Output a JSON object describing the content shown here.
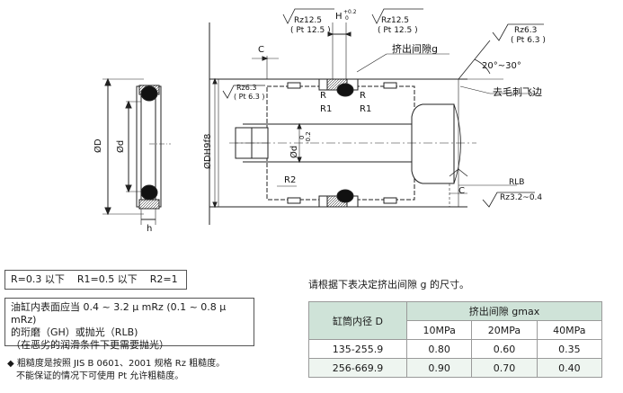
{
  "labels": {
    "rz125_a": "Rz12.5",
    "pt125_a": "( Pt 12.5 )",
    "rz125_b": "Rz12.5",
    "pt125_b": "( Pt 12.5 )",
    "h_dim": "H",
    "h_tol_up": "+0.2",
    "h_tol_low": "0",
    "rz63_top": "Rz6.3",
    "pt63_top": "( Pt 6.3 )",
    "rz63_left": "Rz6.3",
    "pt63_left": "( Pt 6.3 )",
    "extrusion_gap": "挤出间隙g",
    "angle": "20°~30°",
    "deburr": "去毛刺飞边",
    "c_top": "C",
    "c_bottom": "C",
    "r_left": "R",
    "r1_left": "R1",
    "r_right": "R",
    "r1_right": "R1",
    "r2": "R2",
    "od": "ØD",
    "id": "Ød",
    "h_small": "h",
    "bore": "ØDH9f8",
    "rod_base": "Ød",
    "rod_tol_up": "0",
    "rod_tol_low": "-0.2",
    "rlb": "RLB",
    "rz_range": "Rz3.2~0.4"
  },
  "legend": {
    "r": "R=0.3 以下",
    "r1": "R1=0.5 以下",
    "r2": "R2=1"
  },
  "oil_note": [
    "油缸内表面应当 0.4 ~ 3.2 μ mRz (0.1 ~ 0.8 μ mRz)",
    "的珩磨（GH）或抛光（RLB)",
    "（在恶劣的润滑条件下更需要抛光）"
  ],
  "footnote": [
    "◆ 粗糙度是按照 JIS B 0601、2001 规格 Rz 粗糙度。",
    "不能保证的情况下可使用 Pt 允许粗糙度。"
  ],
  "table_title": "请根据下表决定挤出间隙 g 的尺寸。",
  "table": {
    "col_bore": "缸筒内径 D",
    "col_gap": "挤出间隙 gmax",
    "pressures": [
      "10MPa",
      "20MPa",
      "40MPa"
    ],
    "rows": [
      {
        "bore": "135-255.9",
        "values": [
          "0.80",
          "0.60",
          "0.35"
        ]
      },
      {
        "bore": "256-669.9",
        "values": [
          "0.90",
          "0.70",
          "0.40"
        ]
      }
    ]
  }
}
